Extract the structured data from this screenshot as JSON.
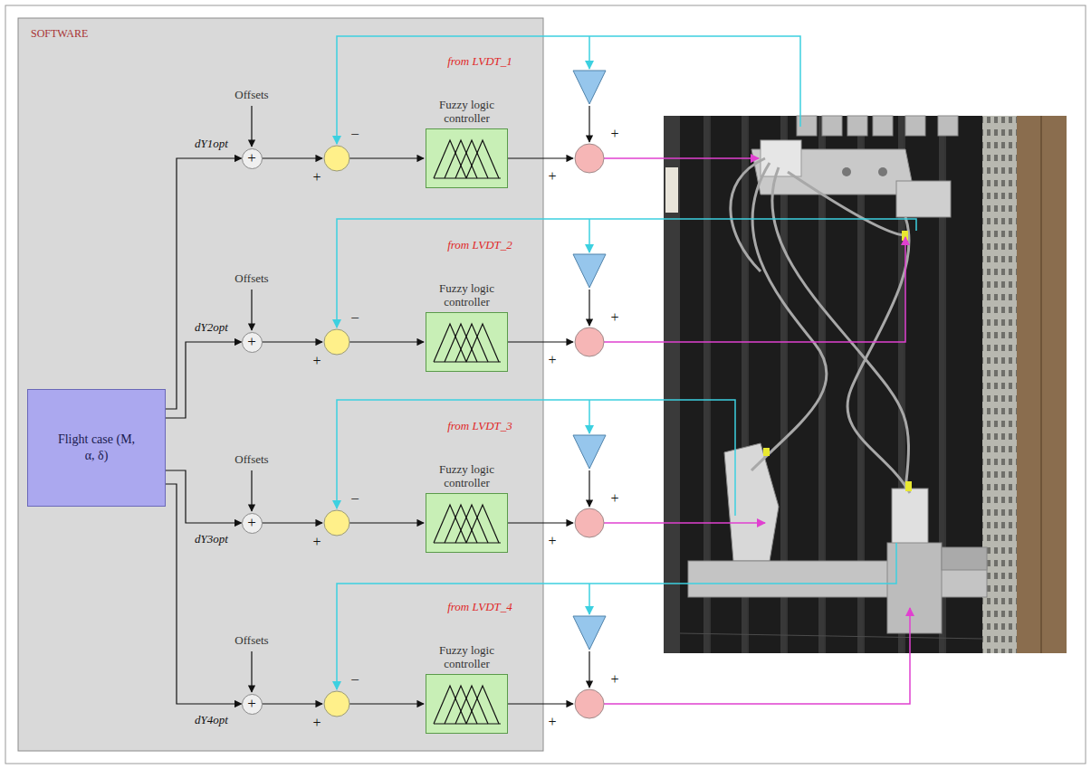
{
  "diagram": {
    "nodes": [
      {
        "text": [
          "SOFTWARE"
        ]
      },
      {
        "text": [
          "Flight case (M, α, δ)"
        ],
        "in": 0
      },
      {
        "text": [
          "+"
        ],
        "in": 0
      },
      {
        "text": [
          "Fuzzy logic controller"
        ],
        "in": 0
      },
      {
        "text": [
          "+"
        ],
        "in": 0
      },
      {
        "text": [
          "Fuzzy logic controller"
        ],
        "in": 0
      },
      {
        "text": [
          "+"
        ],
        "in": 0
      },
      {
        "text": [
          "Fuzzy logic controller"
        ],
        "in": 0
      },
      {
        "text": [
          "+"
        ],
        "in": 0
      },
      {
        "text": [
          "Fuzzy logic controller"
        ],
        "in": 0
      }
    ],
    "edges": [
      {
        "from": 1,
        "to": 2,
        "arrow": "to",
        "label": "dY1opt"
      },
      {
        "from": 1,
        "to": 4,
        "arrow": "to",
        "label": "dY2opt"
      },
      {
        "from": 1,
        "to": 6,
        "arrow": "to",
        "label": "dY3opt"
      },
      {
        "from": 1,
        "to": 8,
        "arrow": "to",
        "label": "dY4opt"
      }
    ],
    "labels": [
      "from LVDT_1",
      "Offsets",
      "−",
      "+",
      "+",
      "+",
      "from LVDT_2",
      "Offsets",
      "−",
      "+",
      "+",
      "+",
      "from LVDT_3",
      "Offsets",
      "−",
      "+",
      "+",
      "+",
      "from LVDT_4",
      "Offsets",
      "−",
      "+",
      "+",
      "+"
    ]
  }
}
